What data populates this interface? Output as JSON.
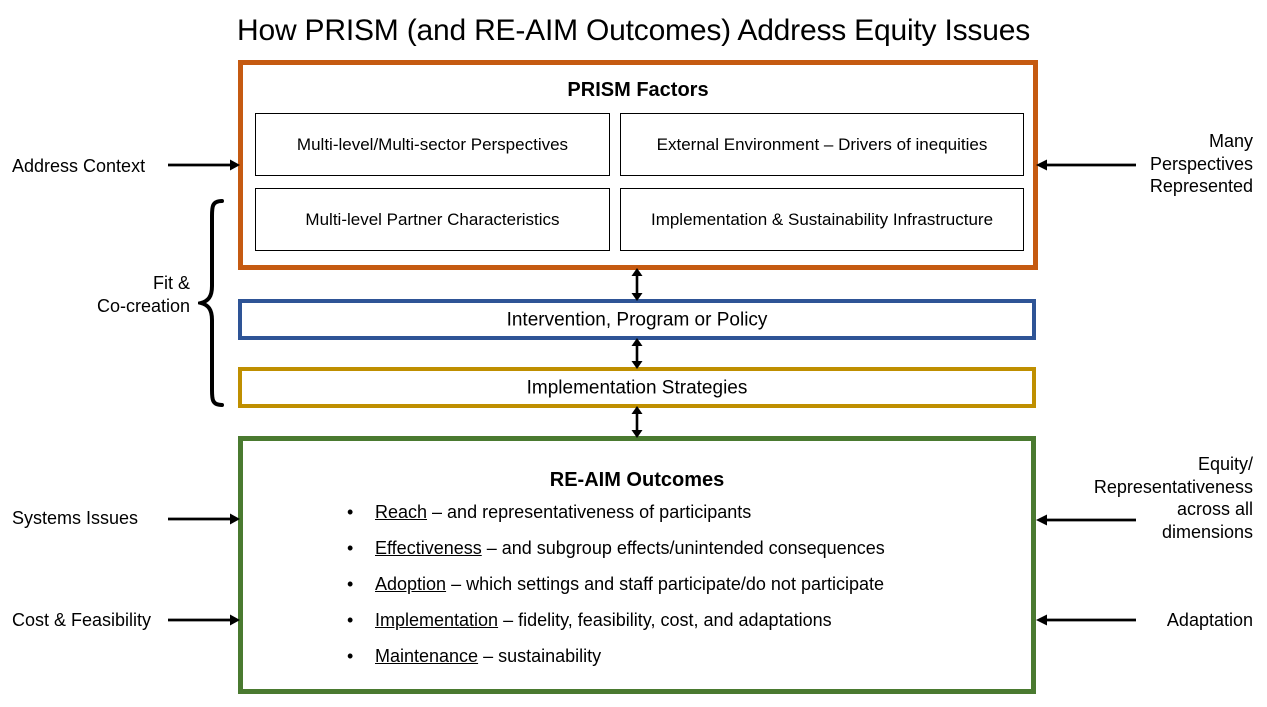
{
  "title": "How PRISM (and RE-AIM Outcomes) Address Equity Issues",
  "colors": {
    "prism_border": "#C55A11",
    "intervention_border": "#2E5496",
    "strategies_border": "#BF8F00",
    "reaim_border": "#4A7A30",
    "text": "#000000",
    "background": "#FFFFFF"
  },
  "prism": {
    "heading": "PRISM Factors",
    "cells": [
      {
        "label": "Multi-level/Multi-sector Perspectives"
      },
      {
        "label": "External Environment – Drivers of inequities"
      },
      {
        "label": "Multi-level Partner Characteristics"
      },
      {
        "label": "Implementation & Sustainability Infrastructure"
      }
    ]
  },
  "intervention": {
    "label": "Intervention, Program or Policy"
  },
  "strategies": {
    "label": "Implementation Strategies"
  },
  "reaim": {
    "heading": "RE-AIM Outcomes",
    "bullet_glyph": "•",
    "items": [
      {
        "term": "Reach",
        "rest": " – and representativeness of participants"
      },
      {
        "term": "Effectiveness",
        "rest": " – and subgroup effects/unintended consequences"
      },
      {
        "term": "Adoption",
        "rest": " – which settings and staff participate/do not participate"
      },
      {
        "term": "Implementation",
        "rest": " – fidelity, feasibility, cost, and adaptations"
      },
      {
        "term": "Maintenance",
        "rest": " – sustainability"
      }
    ]
  },
  "annotations": {
    "left": {
      "address_context": "Address Context",
      "fit_cocreation_line1": "Fit &",
      "fit_cocreation_line2": "Co-creation",
      "systems_issues": "Systems Issues",
      "cost_feasibility": "Cost & Feasibility"
    },
    "right": {
      "many_perspectives_line1": "Many",
      "many_perspectives_line2": "Perspectives",
      "many_perspectives_line3": "Represented",
      "equity_line1": "Equity/",
      "equity_line2": "Representativeness",
      "equity_line3": "across all",
      "equity_line4": "dimensions",
      "adaptation": "Adaptation"
    }
  },
  "diagram_flow": {
    "type": "framework-diagram",
    "vertical_connectors": [
      {
        "from": "PRISM Factors",
        "to": "Intervention, Program or Policy",
        "style": "double-headed-arrow"
      },
      {
        "from": "Intervention, Program or Policy",
        "to": "Implementation Strategies",
        "style": "double-headed-arrow"
      },
      {
        "from": "Implementation Strategies",
        "to": "RE-AIM Outcomes",
        "style": "double-headed-arrow"
      }
    ]
  }
}
